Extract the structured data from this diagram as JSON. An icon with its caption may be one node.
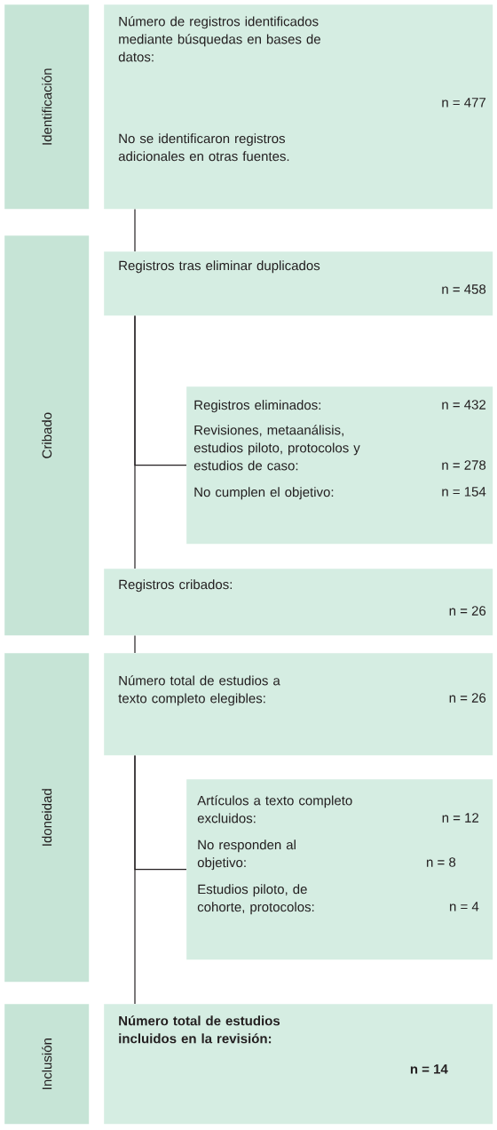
{
  "diagram": {
    "nodes": [
      {
        "text": [
          "Identificación"
        ]
      },
      {
        "text": [
          "Número de registros identificados mediante búsquedas en bases de datos:",
          "n = 477",
          "No se identificaron registros adicionales en otras fuentes."
        ]
      },
      {
        "text": [
          "Cribado"
        ]
      },
      {
        "text": [
          "Registros tras eliminar duplicados",
          "n = 458"
        ]
      },
      {
        "text": [
          "Registros eliminados:",
          "n = 432",
          "Revisiones, metaanálisis, estudios piloto, protocolos y estudios de caso:",
          "n = 278",
          "No cumplen el objetivo:",
          "n = 154"
        ]
      },
      {
        "text": [
          "Registros cribados:",
          "n = 26"
        ]
      },
      {
        "text": [
          "Idoneidad"
        ]
      },
      {
        "text": [
          "Número total de estudios a texto completo elegibles:",
          "n = 26"
        ]
      },
      {
        "text": [
          "Artículos a texto completo excluidos:",
          "n = 12",
          "No responden al objetivo:",
          "n = 8",
          "Estudios piloto, de cohorte, protocolos:",
          "n = 4"
        ]
      },
      {
        "text": [
          "Inclusión"
        ]
      },
      {
        "text": [
          "Número total de estudios incluidos en la revisión:",
          "n = 14"
        ]
      }
    ],
    "edges": [
      {
        "from": 1,
        "to": 3,
        "arrow": "none"
      },
      {
        "from": 3,
        "to": 4,
        "arrow": "none"
      },
      {
        "from": 3,
        "to": 5,
        "arrow": "none"
      },
      {
        "from": 5,
        "to": 7,
        "arrow": "none"
      },
      {
        "from": 7,
        "to": 8,
        "arrow": "none"
      },
      {
        "from": 7,
        "to": 10,
        "arrow": "none"
      }
    ]
  }
}
